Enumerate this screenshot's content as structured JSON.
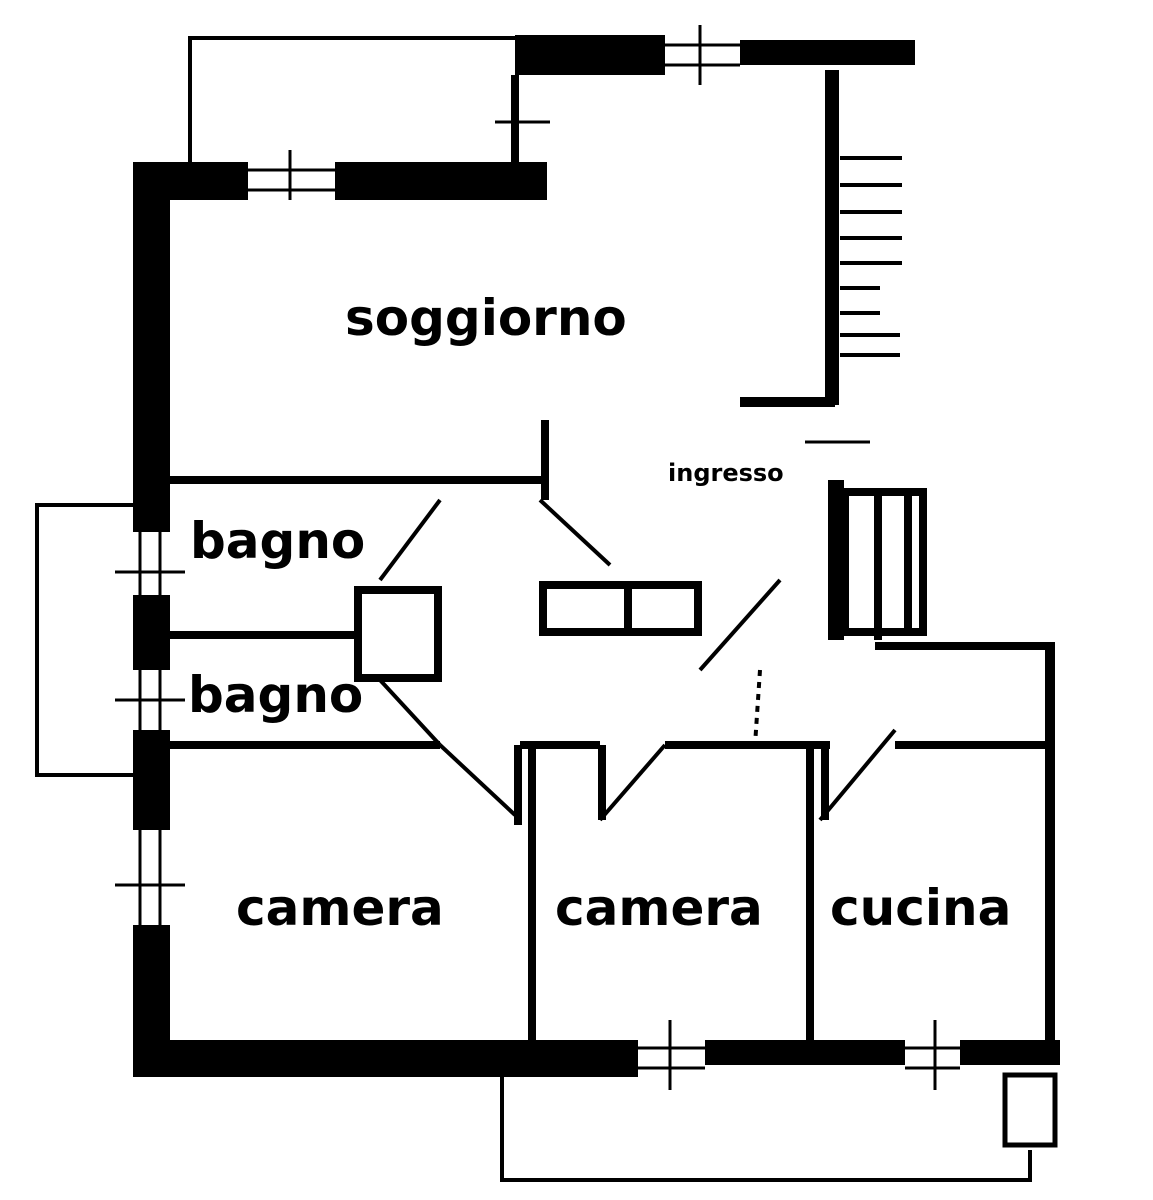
{
  "rooms": {
    "living": "soggiorno",
    "entrance": "ingresso",
    "bath1": "bagno",
    "bath2": "bagno",
    "bedroom1": "camera",
    "bedroom2": "camera",
    "kitchen": "cucina"
  },
  "colors": {
    "wall": "#000000",
    "background": "#ffffff"
  }
}
